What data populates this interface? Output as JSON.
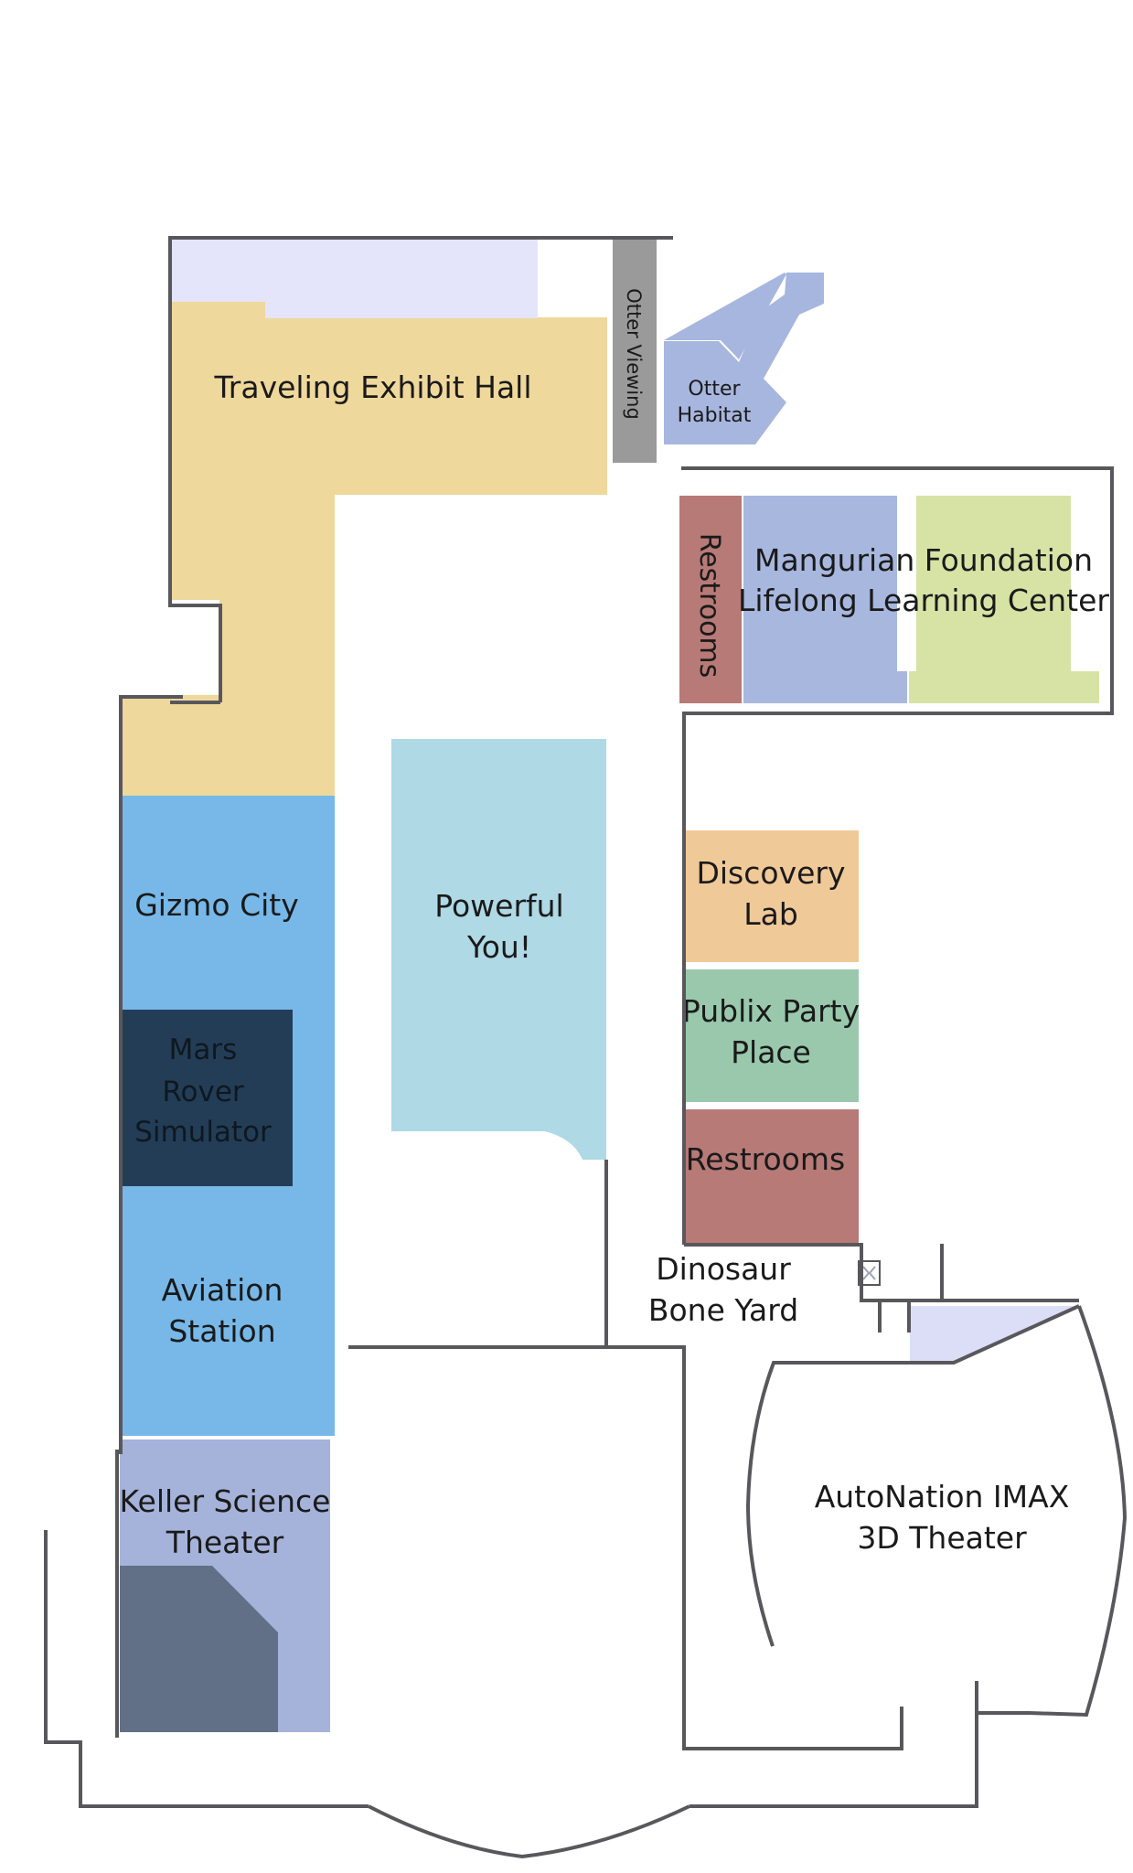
{
  "map": {
    "rooms": {
      "traveling_exhibit_hall": {
        "label": "Traveling Exhibit Hall",
        "color": "#EFD89C"
      },
      "top_strip": {
        "color": "#E4E4FA"
      },
      "otter_viewing": {
        "label": "Otter Viewing",
        "color": "#9A9A9A"
      },
      "otter_habitat": {
        "lines": [
          "Otter",
          "Habitat"
        ],
        "color": "#A7B6DE"
      },
      "restrooms_upper": {
        "label": "Restrooms",
        "color": "#B77A77"
      },
      "mangurian_foundation": {
        "lines": [
          "Mangurian Foundation",
          "Lifelong Learning Center"
        ],
        "color_blue": "#A7B7DE",
        "color_green": "#D7E2A5"
      },
      "gizmo_city": {
        "label": "Gizmo City",
        "color": "#77B8E8"
      },
      "mars_rover_simulator": {
        "lines": [
          "Mars",
          "Rover",
          "Simulator"
        ],
        "color": "#243D56"
      },
      "aviation_station": {
        "lines": [
          "Aviation",
          "Station"
        ]
      },
      "powerful_you": {
        "lines": [
          "Powerful",
          "You!"
        ],
        "color": "#AED9E5"
      },
      "discovery_lab": {
        "lines": [
          "Discovery",
          "Lab"
        ],
        "color": "#F0C998"
      },
      "publix_party_place": {
        "lines": [
          "Publix Party",
          "Place"
        ],
        "color": "#99C8AC"
      },
      "restrooms_lower": {
        "label": "Restrooms",
        "color": "#B77A77"
      },
      "dinosaur_bone_yard": {
        "lines": [
          "Dinosaur",
          "Bone Yard"
        ]
      },
      "autonation_imax": {
        "lines": [
          "AutoNation IMAX",
          "3D Theater"
        ],
        "accent_color": "#DCDDF7"
      },
      "keller_science_theater": {
        "lines": [
          "Keller Science",
          "Theater"
        ],
        "color": "#A5B3DA",
        "dark_color": "#617087"
      }
    },
    "wall_color": "#58585C"
  }
}
